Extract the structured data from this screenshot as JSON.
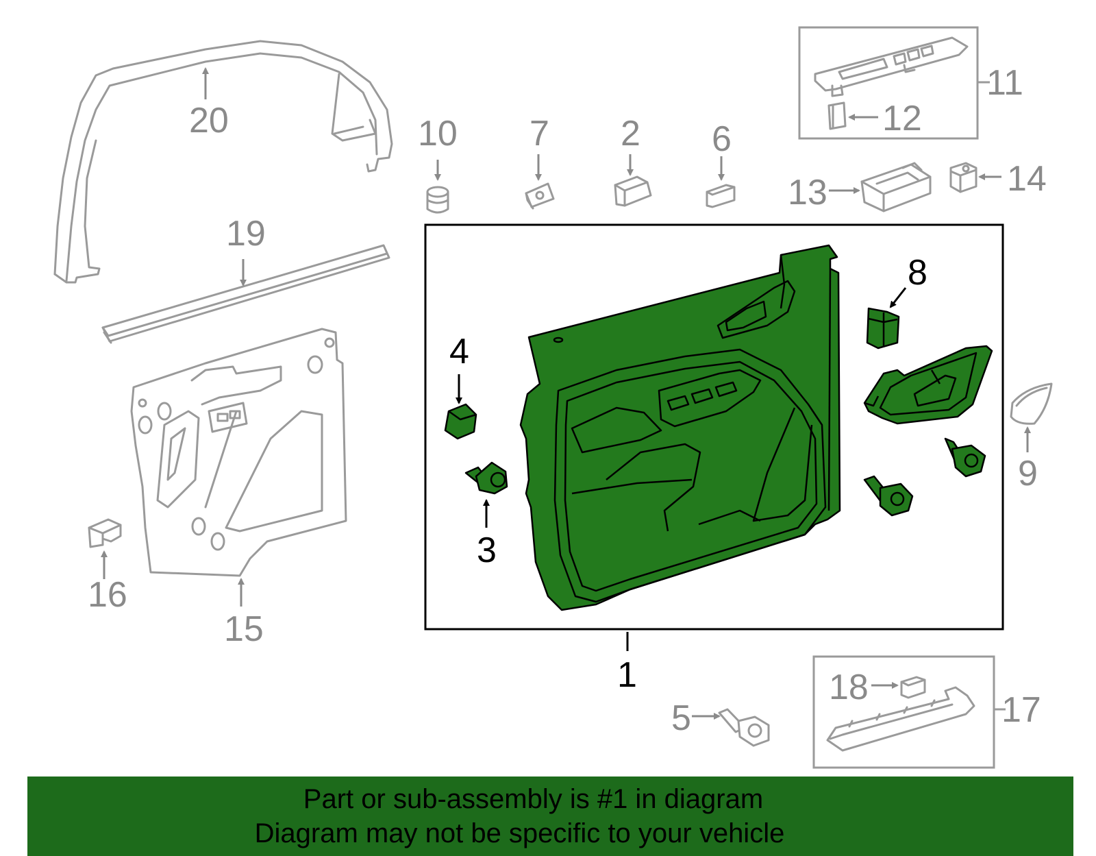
{
  "banner": {
    "line1": "Part or sub-assembly is #1 in diagram",
    "line2": "Diagram may not be specific to your vehicle"
  },
  "labels": {
    "p1": "1",
    "p2": "2",
    "p3": "3",
    "p4": "4",
    "p5": "5",
    "p6": "6",
    "p7": "7",
    "p8": "8",
    "p9": "9",
    "p10": "10",
    "p11": "11",
    "p12": "12",
    "p13": "13",
    "p14": "14",
    "p15": "15",
    "p16": "16",
    "p17": "17",
    "p18": "18",
    "p19": "19",
    "p20": "20"
  },
  "colors": {
    "highlight": "#237a1d",
    "banner": "#1d6b1b",
    "outline_grey": "#9a9a9a"
  }
}
